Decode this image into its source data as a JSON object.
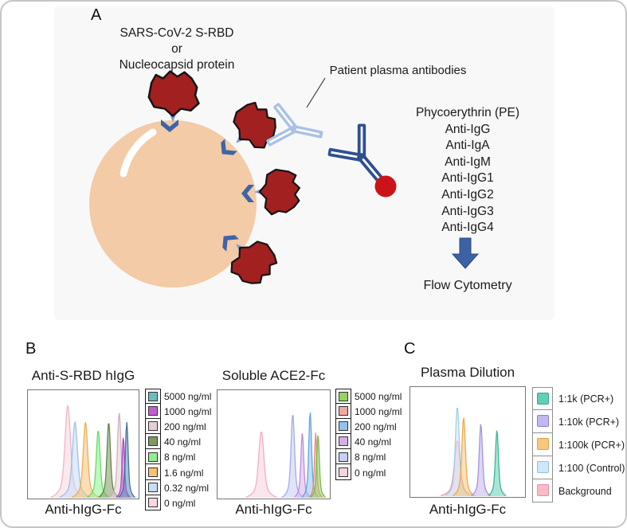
{
  "panel_a": {
    "label": "A",
    "antigen_label_lines": [
      "SARS-CoV-2 S-RBD",
      "or",
      "Nucleocapsid protein"
    ],
    "plasma_antibodies_label": "Patient plasma antibodies",
    "detection_list": [
      "Phycoerythrin (PE)",
      "Anti-IgG",
      "Anti-IgA",
      "Anti-IgM",
      "Anti-IgG1",
      "Anti-IgG2",
      "Anti-IgG3",
      "Anti-IgG4"
    ],
    "flow_label": "Flow Cytometry",
    "colors": {
      "bead": "#f3cba6",
      "protein": "#a32020",
      "connector_socket": "#7e9ac9",
      "connector_chevron": "#3e63a8",
      "plasma_antibody": "#a9c2e4",
      "secondary_antibody": "#2e5090",
      "pe_dye": "#cc1418",
      "arrow": "#3c62a4"
    }
  },
  "panel_b": {
    "label": "B"
  },
  "panel_c": {
    "label": "C"
  },
  "chart_data": [
    {
      "type": "area",
      "panel": "B",
      "title": "Anti-S-RBD hIgG",
      "xlabel": "Anti-hIgG-Fc",
      "x_range": [
        0,
        1
      ],
      "grid": false,
      "legend_position": "right",
      "series": [
        {
          "name": "0 ng/ml",
          "fill": "#f8d7de",
          "stroke": "#edaebf",
          "peak_x": 0.36,
          "peak_h": 0.88,
          "width": 0.16
        },
        {
          "name": "0.32 ng/ml",
          "fill": "#c6ddf4",
          "stroke": "#94bbe4",
          "peak_x": 0.425,
          "peak_h": 0.72,
          "width": 0.15
        },
        {
          "name": "1.6 ng/ml",
          "fill": "#f5c276",
          "stroke": "#e9a847",
          "peak_x": 0.52,
          "peak_h": 0.72,
          "width": 0.13
        },
        {
          "name": "8 ng/ml",
          "fill": "#90ee90",
          "stroke": "#59d859",
          "peak_x": 0.635,
          "peak_h": 0.64,
          "width": 0.11
        },
        {
          "name": "40 ng/ml",
          "fill": "#7d9a5f",
          "stroke": "#5a7742",
          "peak_x": 0.73,
          "peak_h": 0.72,
          "width": 0.1
        },
        {
          "name": "200 ng/ml",
          "fill": "#e5ced6",
          "stroke": "#cba9b6",
          "peak_x": 0.825,
          "peak_h": 0.81,
          "width": 0.1
        },
        {
          "name": "1000 ng/ml",
          "fill": "#c55bd6",
          "stroke": "#a93cba",
          "peak_x": 0.862,
          "peak_h": 0.58,
          "width": 0.07
        },
        {
          "name": "5000 ng/ml",
          "fill": "#5f8ec0",
          "stroke": "#36689f",
          "peak_x": 0.893,
          "peak_h": 0.72,
          "width": 0.08
        }
      ],
      "legend": [
        {
          "label": "5000 ng/ml",
          "color": "#6cbdbd",
          "border": "#333333"
        },
        {
          "label": "1000 ng/ml",
          "color": "#c55bd6",
          "border": "#333333"
        },
        {
          "label": "200 ng/ml",
          "color": "#e5ced6",
          "border": "#333333"
        },
        {
          "label": "40 ng/ml",
          "color": "#7d9a5f",
          "border": "#333333"
        },
        {
          "label": "8 ng/ml",
          "color": "#90ee90",
          "border": "#333333"
        },
        {
          "label": "1.6 ng/ml",
          "color": "#f5c276",
          "border": "#333333"
        },
        {
          "label": "0.32 ng/ml",
          "color": "#c6ddf4",
          "border": "#333333"
        },
        {
          "label": "0 ng/ml",
          "color": "#f8d7de",
          "border": "#333333"
        }
      ]
    },
    {
      "type": "area",
      "panel": "B",
      "title": "Soluble ACE2-Fc",
      "xlabel": "Anti-hIgG-Fc",
      "x_range": [
        0,
        1
      ],
      "grid": false,
      "legend_position": "right",
      "series": [
        {
          "name": "0 ng/ml",
          "fill": "#f8d2e0",
          "stroke": "#f0a6c0",
          "peak_x": 0.39,
          "peak_h": 0.63,
          "width": 0.15
        },
        {
          "name": "8 ng/ml",
          "fill": "#c7cdf4",
          "stroke": "#9aa3e8",
          "peak_x": 0.67,
          "peak_h": 0.8,
          "width": 0.1
        },
        {
          "name": "40 ng/ml",
          "fill": "#d5b0e8",
          "stroke": "#b983d8",
          "peak_x": 0.755,
          "peak_h": 0.62,
          "width": 0.08
        },
        {
          "name": "200 ng/ml",
          "fill": "#8fc3f0",
          "stroke": "#5b9bd9",
          "peak_x": 0.825,
          "peak_h": 0.82,
          "width": 0.08
        },
        {
          "name": "1000 ng/ml",
          "fill": "#f2a8a0",
          "stroke": "#e57f78",
          "peak_x": 0.874,
          "peak_h": 0.62,
          "width": 0.065
        },
        {
          "name": "5000 ng/ml",
          "fill": "#97d163",
          "stroke": "#6cb83e",
          "peak_x": 0.895,
          "peak_h": 0.6,
          "width": 0.075
        }
      ],
      "legend": [
        {
          "label": "5000 ng/ml",
          "color": "#97d163",
          "border": "#333333"
        },
        {
          "label": "1000 ng/ml",
          "color": "#f2a8a0",
          "border": "#333333"
        },
        {
          "label": "200 ng/ml",
          "color": "#8fc3f0",
          "border": "#333333"
        },
        {
          "label": "40 ng/ml",
          "color": "#d5b0e8",
          "border": "#333333"
        },
        {
          "label": "8 ng/ml",
          "color": "#c7cdf4",
          "border": "#333333"
        },
        {
          "label": "0 ng/ml",
          "color": "#f8d2e0",
          "border": "#333333"
        }
      ]
    },
    {
      "type": "area",
      "panel": "C",
      "title": "Plasma Dilution",
      "xlabel": "Anti-hIgG-Fc",
      "x_range": [
        0,
        1
      ],
      "grid": false,
      "legend_position": "right",
      "series": [
        {
          "name": "Background",
          "fill": "#f6bcc6",
          "stroke": "#ee96a6",
          "peak_x": 0.41,
          "peak_h": 0.52,
          "width": 0.16
        },
        {
          "name": "1:100 (Control)",
          "fill": "#cfe7f8",
          "stroke": "#9ccae8",
          "peak_x": 0.41,
          "peak_h": 0.84,
          "width": 0.11
        },
        {
          "name": "1:100k (PCR+)",
          "fill": "#f6c77c",
          "stroke": "#e8a33e",
          "peak_x": 0.465,
          "peak_h": 0.74,
          "width": 0.1
        },
        {
          "name": "1:10k (PCR+)",
          "fill": "#c2b7ee",
          "stroke": "#9a8bdd",
          "peak_x": 0.615,
          "peak_h": 0.68,
          "width": 0.09
        },
        {
          "name": "1:1k (PCR+)",
          "fill": "#63cfb4",
          "stroke": "#2fae8f",
          "peak_x": 0.755,
          "peak_h": 0.62,
          "width": 0.085
        }
      ],
      "legend": [
        {
          "label": "1:1k (PCR+)",
          "color": "#63cfb4",
          "border": "#3aa98c"
        },
        {
          "label": "1:10k (PCR+)",
          "color": "#c2b7ee",
          "border": "#8f7fd6"
        },
        {
          "label": "1:100k (PCR+)",
          "color": "#f6c77c",
          "border": "#e0a348"
        },
        {
          "label": "1:100 (Control)",
          "color": "#cfe7f8",
          "border": "#90c0e0"
        },
        {
          "label": "Background",
          "color": "#f6bcc6",
          "border": "#e8909e"
        }
      ]
    }
  ]
}
